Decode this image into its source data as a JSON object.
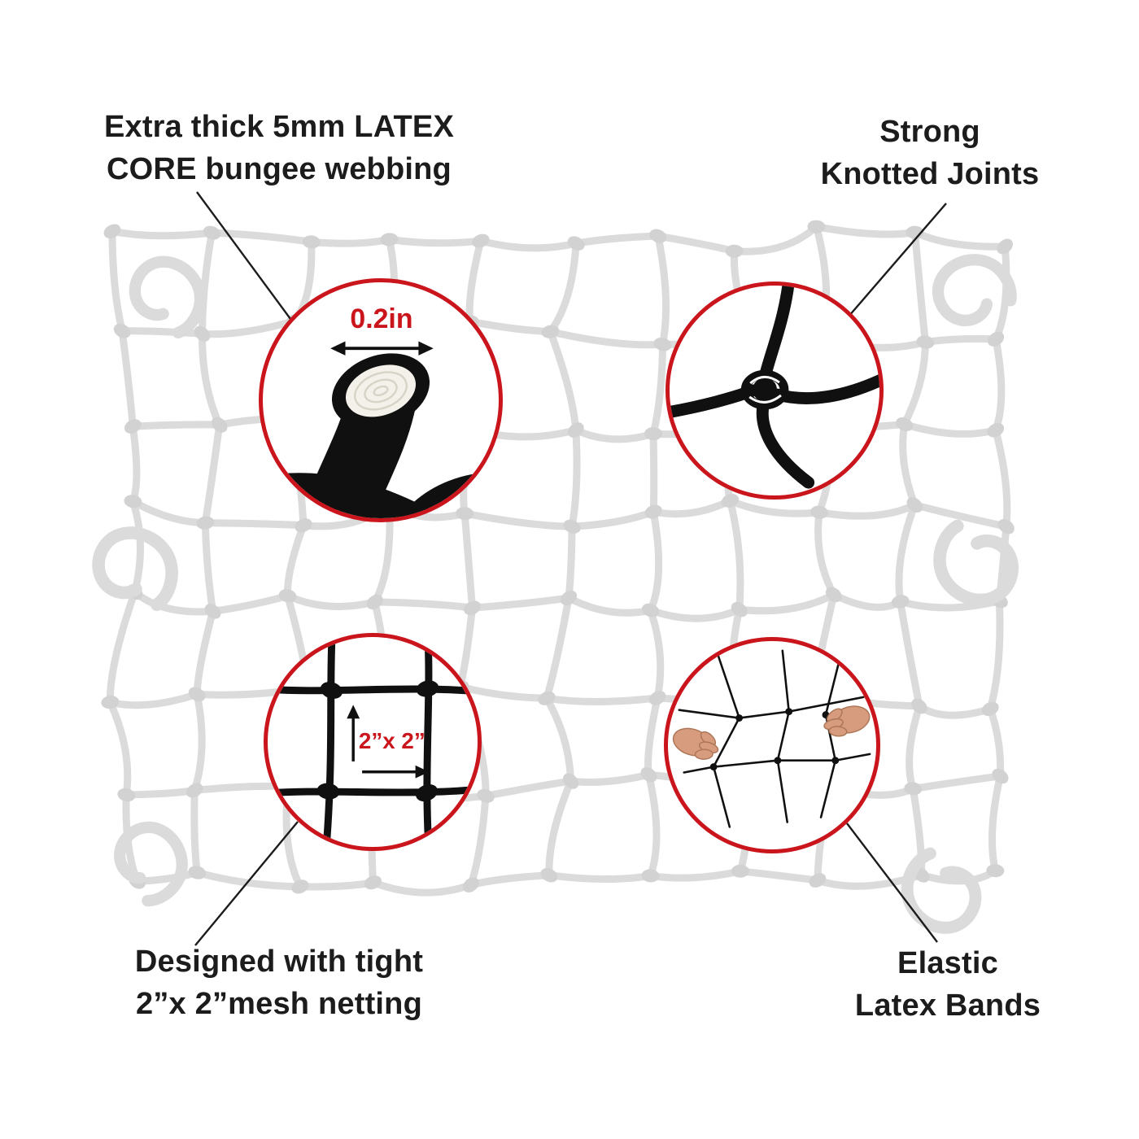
{
  "figure": {
    "type": "product-feature-infographic",
    "subject": "bungee cargo net with hooks"
  },
  "callouts": {
    "top_left": {
      "label_line1": "Extra thick 5mm LATEX",
      "label_line2": "CORE bungee webbing",
      "measurement": "0.2in",
      "icon": "bungee-cord-cross-section-icon"
    },
    "top_right": {
      "label_line1": "Strong",
      "label_line2": "Knotted Joints",
      "icon": "knotted-joint-icon"
    },
    "bottom_left": {
      "label_line1": "Designed with tight",
      "label_line2": "2”x 2”mesh netting",
      "measurement": "2”x 2”",
      "icon": "mesh-grid-icon"
    },
    "bottom_right": {
      "label_line1": "Elastic",
      "label_line2": "Latex Bands",
      "icon": "hands-stretching-net-icon"
    }
  },
  "colors": {
    "accent_red": "#c9151b",
    "cord_black": "#101010",
    "net_gray": "#dbdbdb",
    "knot_gray": "#d2d2d2",
    "text_black": "#1c1c1c",
    "skin": "#d69c7d",
    "skin_dark": "#ad7658",
    "core_white": "#f3f1ea"
  }
}
